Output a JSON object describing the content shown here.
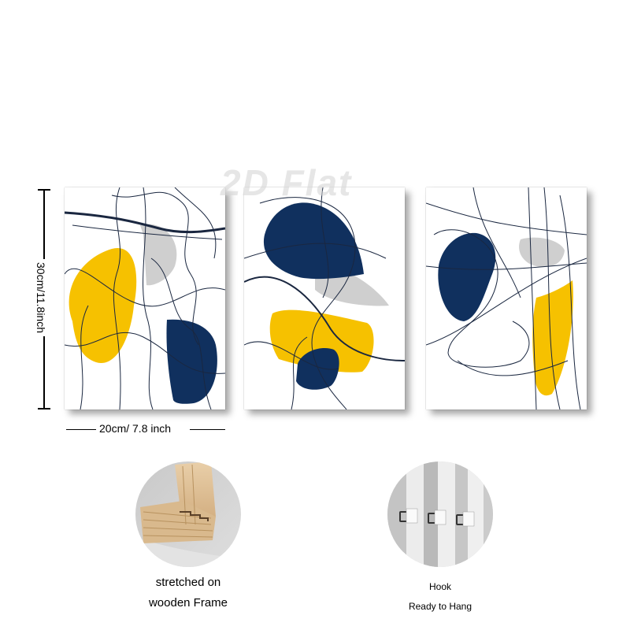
{
  "watermark": "2D Flat",
  "dimensions": {
    "height_label": "30cm/11.8inch",
    "width_label": "20cm/ 7.8 inch"
  },
  "colors": {
    "yellow": "#f6c100",
    "navy": "#10305e",
    "gray": "#cfcfcf",
    "line": "#1a2740"
  },
  "panels": [
    {
      "name": "panel-1"
    },
    {
      "name": "panel-2"
    },
    {
      "name": "panel-3"
    }
  ],
  "features": [
    {
      "photo": "wooden-frame-photo",
      "lines": [
        "stretched on",
        "wooden Frame"
      ]
    },
    {
      "photo": "hook-photo",
      "lines": [
        "Hook",
        "Ready to Hang"
      ]
    }
  ]
}
